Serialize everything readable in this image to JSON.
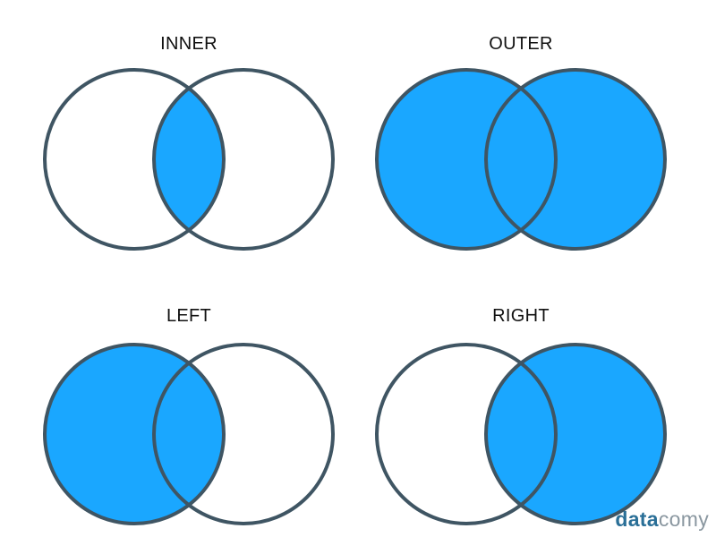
{
  "panels": [
    {
      "title": "INNER",
      "fill": "intersection"
    },
    {
      "title": "OUTER",
      "fill": "union"
    },
    {
      "title": "LEFT",
      "fill": "left"
    },
    {
      "title": "RIGHT",
      "fill": "right"
    }
  ],
  "colors": {
    "fill": "#1aa7ff",
    "stroke": "#3f5563",
    "brand_dark": "#2a6f97",
    "brand_light": "#8a97a0"
  },
  "brand": {
    "part1": "data",
    "part2": "comy"
  }
}
